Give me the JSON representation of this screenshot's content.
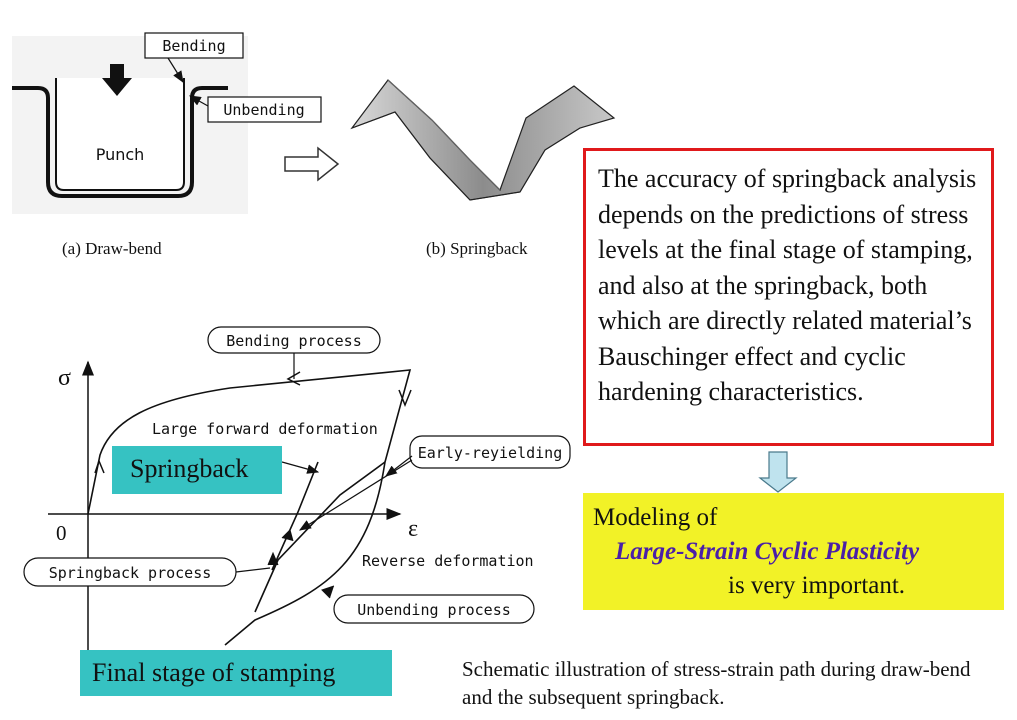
{
  "draw_bend": {
    "bending_label": "Bending",
    "unbending_label": "Unbending",
    "punch_label": "Punch",
    "caption_a": "(a) Draw-bend",
    "caption_b": "(b) Springback"
  },
  "stress_strain": {
    "sigma_label": "σ",
    "epsilon_label": "ε",
    "origin_label": "0",
    "bending_process": "Bending process",
    "large_forward": "Large forward deformation",
    "early_reyielding": "Early-reyielding",
    "springback_process": "Springback process",
    "reverse_deformation": "Reverse deformation",
    "unbending_process": "Unbending process"
  },
  "highlights": {
    "springback": "Springback",
    "final_stage": "Final stage of stamping"
  },
  "red_box": {
    "text": "The accuracy of springback analysis depends on the predictions of stress levels at the final stage of stamping, and also at the springback, both which are directly related material’s Bauschinger effect and cyclic hardening characteristics."
  },
  "yellow_box": {
    "line1": "Modeling of",
    "line2": "Large-Strain Cyclic Plasticity",
    "line3": "is very important."
  },
  "caption": "Schematic illustration of stress-strain path during draw-bend and the subsequent springback.",
  "colors": {
    "red_border": "#e0191b",
    "yellow_fill": "#f2f227",
    "teal_fill": "#36c2c2",
    "emphasis_purple": "#4a1fa8"
  }
}
